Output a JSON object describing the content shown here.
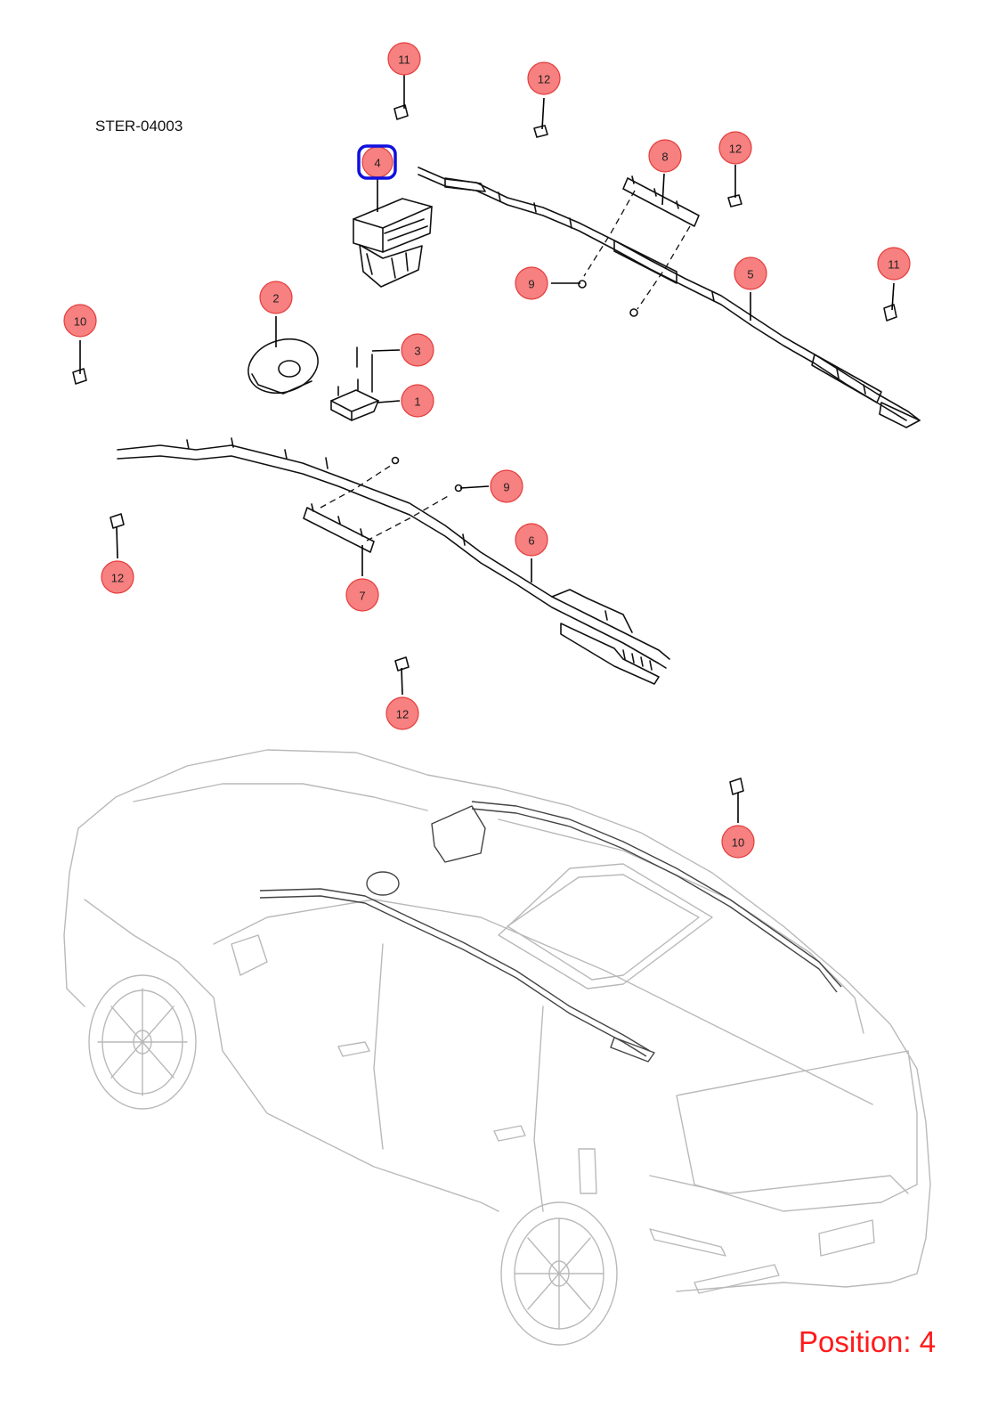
{
  "diagram": {
    "reference_code": "STER-04003",
    "position_label": "Position: 4",
    "selected_position": "4",
    "callouts": [
      {
        "id": "c11a",
        "label": "11"
      },
      {
        "id": "c12a",
        "label": "12"
      },
      {
        "id": "c4",
        "label": "4"
      },
      {
        "id": "c8",
        "label": "8"
      },
      {
        "id": "c12b",
        "label": "12"
      },
      {
        "id": "c9a",
        "label": "9"
      },
      {
        "id": "c5",
        "label": "5"
      },
      {
        "id": "c11b",
        "label": "11"
      },
      {
        "id": "c2",
        "label": "2"
      },
      {
        "id": "c10a",
        "label": "10"
      },
      {
        "id": "c3",
        "label": "3"
      },
      {
        "id": "c1",
        "label": "1"
      },
      {
        "id": "c9b",
        "label": "9"
      },
      {
        "id": "c6",
        "label": "6"
      },
      {
        "id": "c12c",
        "label": "12"
      },
      {
        "id": "c7",
        "label": "7"
      },
      {
        "id": "c12d",
        "label": "12"
      },
      {
        "id": "c10b",
        "label": "10"
      }
    ],
    "colors": {
      "callout_fill": "#f78080",
      "callout_stroke": "#e43c3c",
      "highlight": "#1010e0",
      "position_text": "#ff1a1a",
      "car_lines": "#b9b9b9"
    }
  }
}
